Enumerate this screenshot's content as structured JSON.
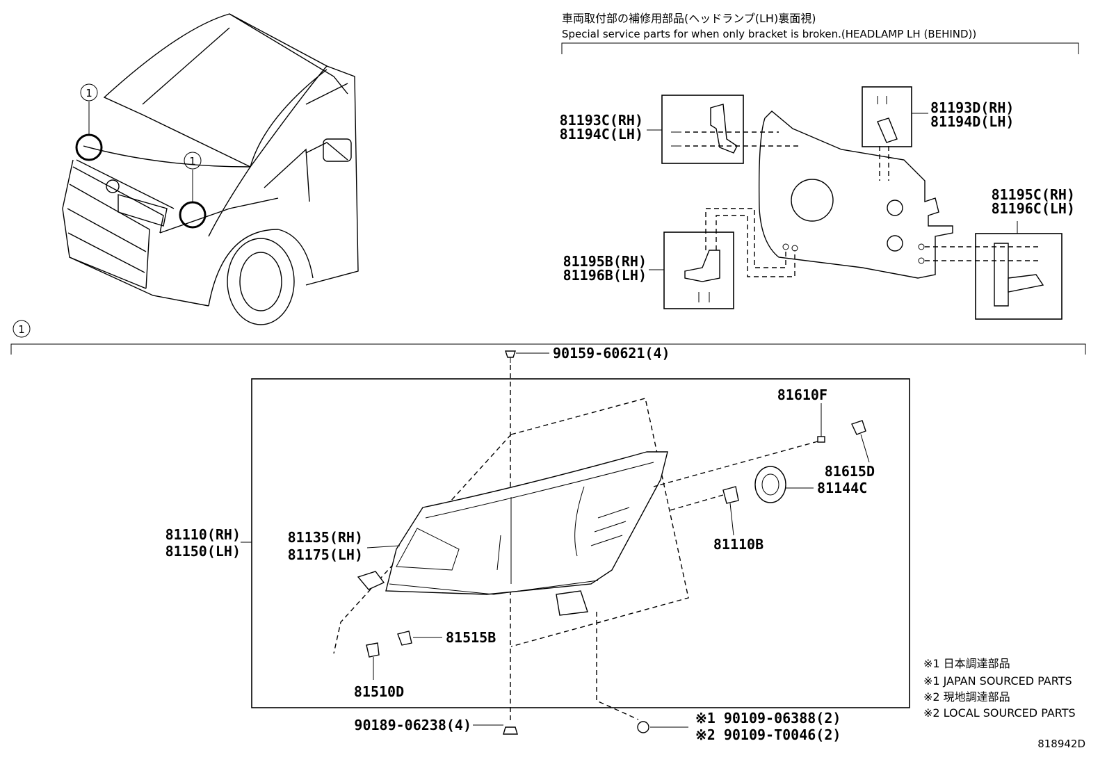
{
  "bracket_header": {
    "title_jp": "車両取付部の補修用部品(ヘッドランプ(LH)裏面視)",
    "title_en": "Special service parts for when only bracket is broken.(HEADLAMP LH (BEHIND))"
  },
  "bracket_parts": [
    {
      "id": "c",
      "rh": "81193C(RH)",
      "lh": "81194C(LH)"
    },
    {
      "id": "d",
      "rh": "81193D(RH)",
      "lh": "81194D(LH)"
    },
    {
      "id": "b",
      "rh": "81195B(RH)",
      "lh": "81196B(LH)"
    },
    {
      "id": "e",
      "rh": "81195C(RH)",
      "lh": "81196C(LH)"
    }
  ],
  "callouts": {
    "vehicle_marker_1": "1",
    "vehicle_marker_2": "1",
    "section_marker": "1"
  },
  "main_parts": {
    "headlamp_assy_rh": "81110(RH)",
    "headlamp_assy_lh": "81150(LH)",
    "lens_rh": "81135(RH)",
    "lens_lh": "81175(LH)",
    "screw_top": "90159-60621(4)",
    "bulb_81610f": "81610F",
    "socket_81615d": "81615D",
    "cover_81144c": "81144C",
    "bulb_81110b": "81110B",
    "socket_81515b": "81515B",
    "bulb_81510d": "81510D",
    "screw_bottom": "90189-06238(4)",
    "bolt_jp": "※1 90109-06388(2)",
    "bolt_local": "※2 90109-T0046(2)"
  },
  "legend": {
    "line1": "※1 日本調達部品",
    "line2": "※1 JAPAN SOURCED PARTS",
    "line3": "※2 現地調達部品",
    "line4": "※2 LOCAL SOURCED PARTS"
  },
  "diagram_id": "818942D"
}
